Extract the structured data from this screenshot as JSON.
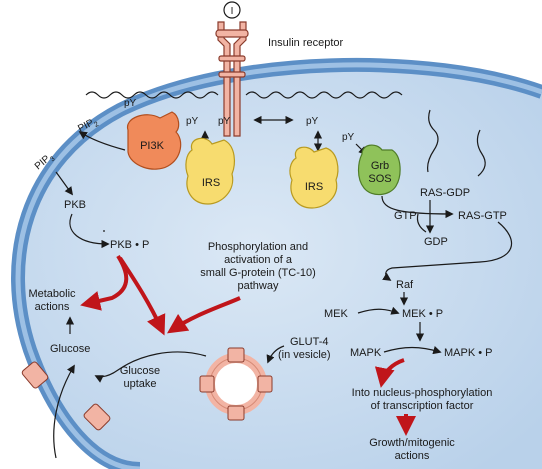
{
  "labels": {
    "insulin_symbol": "I",
    "insulin_receptor": "Insulin receptor",
    "pip2": "PIP",
    "pip2_sub": "2",
    "pip3": "PIP",
    "pip3_sub": "3",
    "py_left_top": "pY",
    "py_left_mid": "pY",
    "py_left_mid2": "pY",
    "py_right_mid": "pY",
    "py_right_grb": "pY",
    "pi3k": "PI3K",
    "irs_left": "IRS",
    "irs_right": "IRS",
    "grb": "Grb",
    "sos": "SOS",
    "pkb": "PKB",
    "pkb_p": "PKB • P",
    "ras_gdp_top": "RAS-GDP",
    "gtp": "GTP",
    "ras_gtp": "RAS-GTP",
    "gdp": "GDP",
    "tc10_line1": "Phosphorylation and",
    "tc10_line2": "activation of a",
    "tc10_line3": "small G-protein (TC-10)",
    "tc10_line4": "pathway",
    "metabolic_line1": "Metabolic",
    "metabolic_line2": "actions",
    "raf": "Raf",
    "mek": "MEK",
    "mek_p": "MEK • P",
    "glut4_line1": "GLUT-4",
    "glut4_line2": "(in vesicle)",
    "mapk": "MAPK",
    "mapk_p": "MAPK • P",
    "glucose": "Glucose",
    "uptake_line1": "Glucose",
    "uptake_line2": "uptake",
    "nucleus_line1": "Into nucleus-phosphorylation",
    "nucleus_line2": "of transcription factor",
    "growth_line1": "Growth/mitogenic",
    "growth_line2": "actions"
  },
  "colors": {
    "cell_fill": "#c9dcef",
    "membrane_outer": "#5c8fc6",
    "membrane_inner": "#8fb6de",
    "receptor": "#f2b4a4",
    "pi3k": "#f08a5a",
    "irs": "#f7dc6f",
    "grb_sos": "#8fc25a",
    "red_arrow": "#c0151a",
    "text": "#1a1a1a"
  }
}
